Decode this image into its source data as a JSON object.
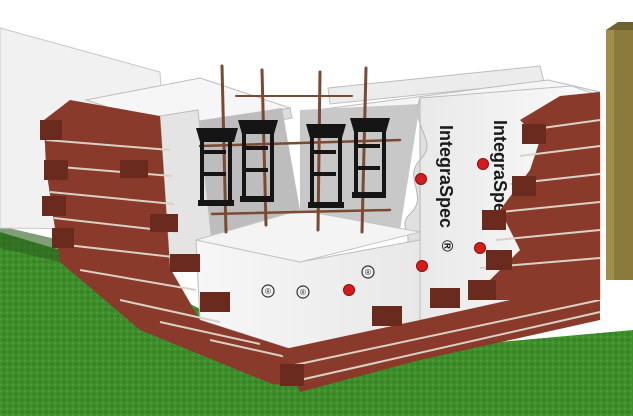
{
  "scene": {
    "subject": "ICF (insulated concrete form) corner wall cutaway with brick veneer",
    "brand_text_back": "IntegraSpec",
    "brand_text_front": "IntegraSpec",
    "registered_mark": "®",
    "colors": {
      "sky": "#ffffff",
      "grass_light": "#3e8f2c",
      "grass_dark": "#2f6e1f",
      "brick": "#8a3a2a",
      "brick_dark": "#6a2a1e",
      "mortar": "#d8d2c6",
      "foam": "#f3f3f3",
      "foam_shadow": "#d9d9d9",
      "concrete_cap": "#cfcfcf",
      "rebar": "#7a4a32",
      "tie_black": "#151515",
      "pin_red": "#d81a1a",
      "post_wood": "#8a7a3c"
    }
  }
}
